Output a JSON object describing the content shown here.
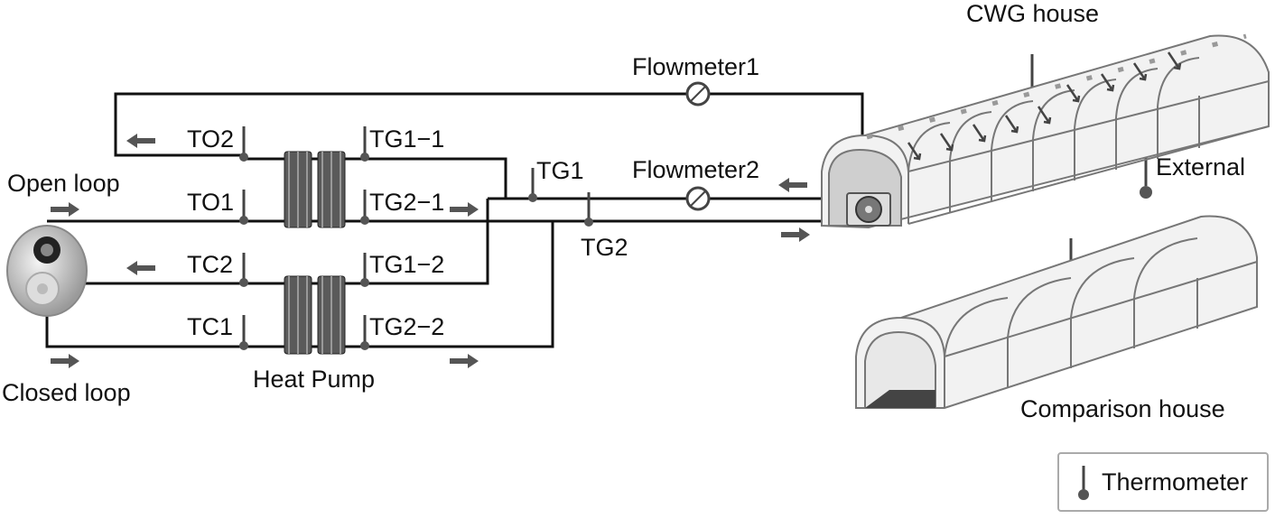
{
  "labels": {
    "flowmeter1": "Flowmeter1",
    "flowmeter2": "Flowmeter2",
    "cwg_house": "CWG house",
    "external": "External",
    "comparison_house": "Comparison house",
    "open_loop": "Open loop",
    "closed_loop": "Closed loop",
    "heat_pump": "Heat Pump",
    "to2": "TO2",
    "to1": "TO1",
    "tc2": "TC2",
    "tc1": "TC1",
    "tg1_1": "TG1−1",
    "tg2_1": "TG2−1",
    "tg1_2": "TG1−2",
    "tg2_2": "TG2−2",
    "tg1": "TG1",
    "tg2": "TG2"
  },
  "legend": {
    "thermometer": "Thermometer"
  },
  "colors": {
    "pipe": "#111111",
    "arrow": "#555555",
    "probe": "#555555",
    "house_frame": "#777777"
  }
}
